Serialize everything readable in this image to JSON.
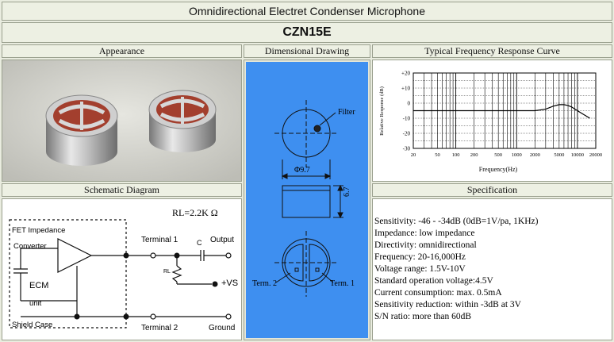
{
  "header": {
    "title": "Omnidirectional Electret Condenser Microphone",
    "model": "CZN15E"
  },
  "sections": {
    "appearance": "Appearance",
    "dimensional": "Dimensional Drawing",
    "frequency": "Typical Frequency Response Curve",
    "schematic": "Schematic Diagram",
    "specification": "Specification"
  },
  "drawing": {
    "filter_label": "Filter",
    "diameter_label": "Φ9.7",
    "height_label": "6.7",
    "term2_label": "Term. 2",
    "term1_label": "Term. 1"
  },
  "schematic": {
    "rl_value": "RL=2.2K Ω",
    "fet_label_1": "FET Impedance",
    "fet_label_2": "Converter",
    "ecm_label": "ECM",
    "unit_label": "unit",
    "shield_label": "Shield Case",
    "terminal1": "Terminal 1",
    "terminal2": "Terminal 2",
    "output": "Output",
    "ground": "Ground",
    "c_label": "C",
    "rl_label": "RL",
    "vs_label": "+VS"
  },
  "specs": [
    "Sensitivity: -46 - -34dB (0dB=1V/pa, 1KHz)",
    "Impedance: low impedance",
    "Directivity: omnidirectional",
    "Frequency: 20-16,000Hz",
    "Voltage range: 1.5V-10V",
    "Standard operation voltage:4.5V",
    "Current consumption: max. 0.5mA",
    "Sensitivity reduction: within -3dB at 3V",
    "S/N ratio: more than 60dB"
  ],
  "chart_data": {
    "type": "line",
    "ylabel": "Relative Response (dB)",
    "xlabel": "Frequency(Hz)",
    "x_ticks": [
      "20",
      "50",
      "100",
      "200",
      "500",
      "1000",
      "2000",
      "5000",
      "10000",
      "20000"
    ],
    "y_ticks": [
      "+20",
      "+10",
      "0",
      "-10",
      "-20",
      "-30"
    ],
    "xscale": "log",
    "xlim": [
      20,
      20000
    ],
    "ylim": [
      -30,
      20
    ],
    "grid": true,
    "series": [
      {
        "x": [
          20,
          50,
          100,
          200,
          500,
          1000,
          2000,
          3000,
          4000,
          5000,
          6000,
          7000,
          8000,
          10000,
          12000,
          16000
        ],
        "y": [
          -5,
          -5,
          -5,
          -5,
          -5,
          -5,
          -5,
          -4,
          -2,
          -1,
          -1,
          -1.5,
          -2.5,
          -5,
          -7,
          -10
        ]
      }
    ]
  }
}
